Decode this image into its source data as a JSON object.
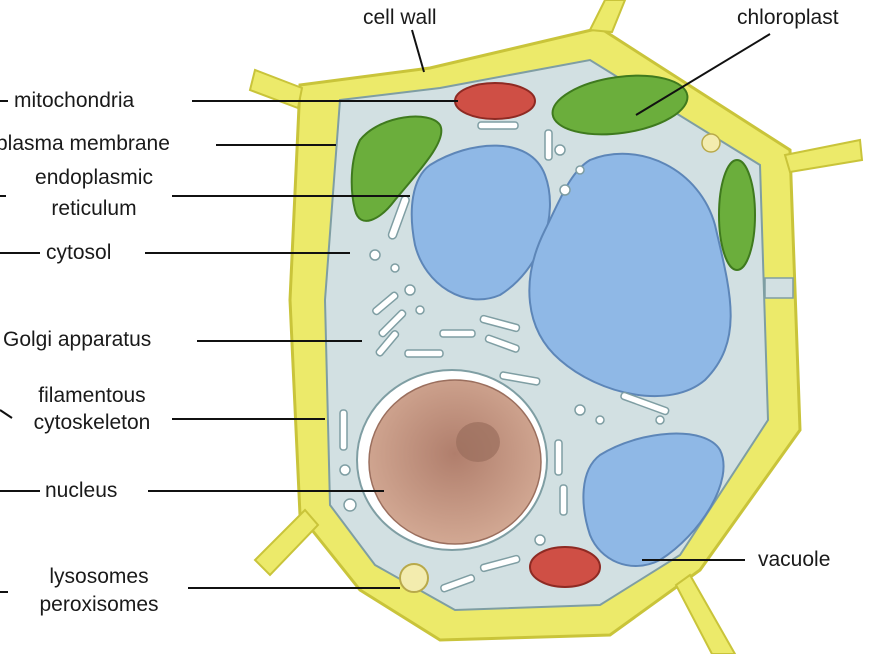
{
  "labels": {
    "cell_wall": "cell wall",
    "chloroplast": "chloroplast",
    "mitochondria": "mitochondria",
    "plasma_membrane": "plasma membrane",
    "endoplasmic_reticulum_1": "endoplasmic",
    "endoplasmic_reticulum_2": "reticulum",
    "cytosol": "cytosol",
    "golgi": "Golgi apparatus",
    "filamentous_1": "filamentous",
    "filamentous_2": "cytoskeleton",
    "nucleus": "nucleus",
    "vacuole": "vacuole",
    "lysosomes": "lysosomes",
    "peroxisomes": "peroxisomes"
  },
  "colors": {
    "cell_wall": "#ecea6a",
    "cell_wall_edge": "#c9c43a",
    "cytosol": "#d2e0e2",
    "vacuole": "#8fb8e6",
    "nucleus": "#c79a85",
    "chloroplast": "#6bae3c",
    "mitochondria": "#cf4f45"
  }
}
